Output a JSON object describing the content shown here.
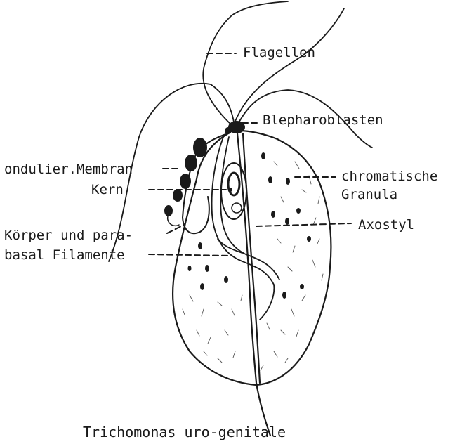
{
  "labels": {
    "flagellen": "Flagellen",
    "blepharoblasten": "Blepharoblasten",
    "ondulier_membran": "ondulier.Membran",
    "kern": "Kern",
    "chromatische": "chromatische",
    "granula": "Granula",
    "axostyl": "Axostyl",
    "koerper_line1": "Körper und para-",
    "koerper_line2": "basal Filamente"
  },
  "caption": "Trichomonas uro-genitale",
  "colors": {
    "ink": "#1a1a1a",
    "background": "#ffffff"
  }
}
